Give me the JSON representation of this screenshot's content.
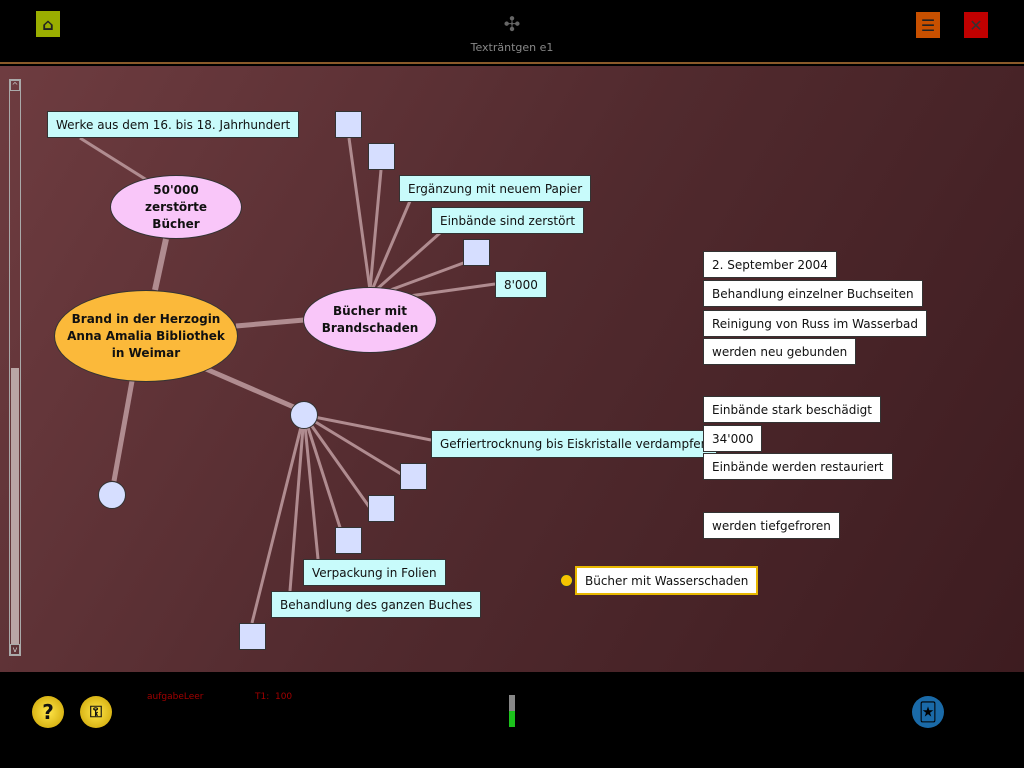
{
  "header": {
    "title": "Texträntgen e1",
    "home_icon": "home-icon",
    "puzzle_icon": "puzzle-icon",
    "settings_icon": "settings-icon",
    "close_icon": "close-icon"
  },
  "graph": {
    "ellipses": {
      "werke_count": "50'000 zerstörte Bücher",
      "center": "Brand in der Herzogin Anna Amalia Bibliothek in Weimar",
      "brandschaden": "Bücher mit Brandschaden"
    },
    "placed": {
      "werke": "Werke aus dem 16. bis 18. Jahrhundert",
      "ergaenzung": "Ergänzung mit neuem Papier",
      "einbaende_zerstoert": "Einbände sind zerstört",
      "count_8000": "8'000",
      "gefrier": "Gefriertrocknung bis Eiskristalle verdampfen",
      "verpackung": "Verpackung in Folien",
      "behandlung_ganz": "Behandlung des ganzen Buches"
    },
    "pool": [
      "2. September 2004",
      "Behandlung einzelner Buchseiten",
      "Reinigung von Russ im Wasserbad",
      "werden neu gebunden",
      "Einbände stark beschädigt",
      "34'000",
      "Einbände werden restauriert",
      "werden tiefgefroren"
    ],
    "selected": "Bücher mit Wasserschaden",
    "colors": {
      "center": "#fbb93a",
      "ellipse": "#f9c6f9",
      "box": "#c8fbfb",
      "slot": "#d6deff",
      "selected_border": "#e8b800"
    }
  },
  "footer": {
    "status": "aufgabeLeer",
    "score": "T1:  100",
    "progress_percent": 50,
    "help_icon": "help-icon",
    "key_icon": "key-icon",
    "jester_icon": "jester-icon"
  }
}
